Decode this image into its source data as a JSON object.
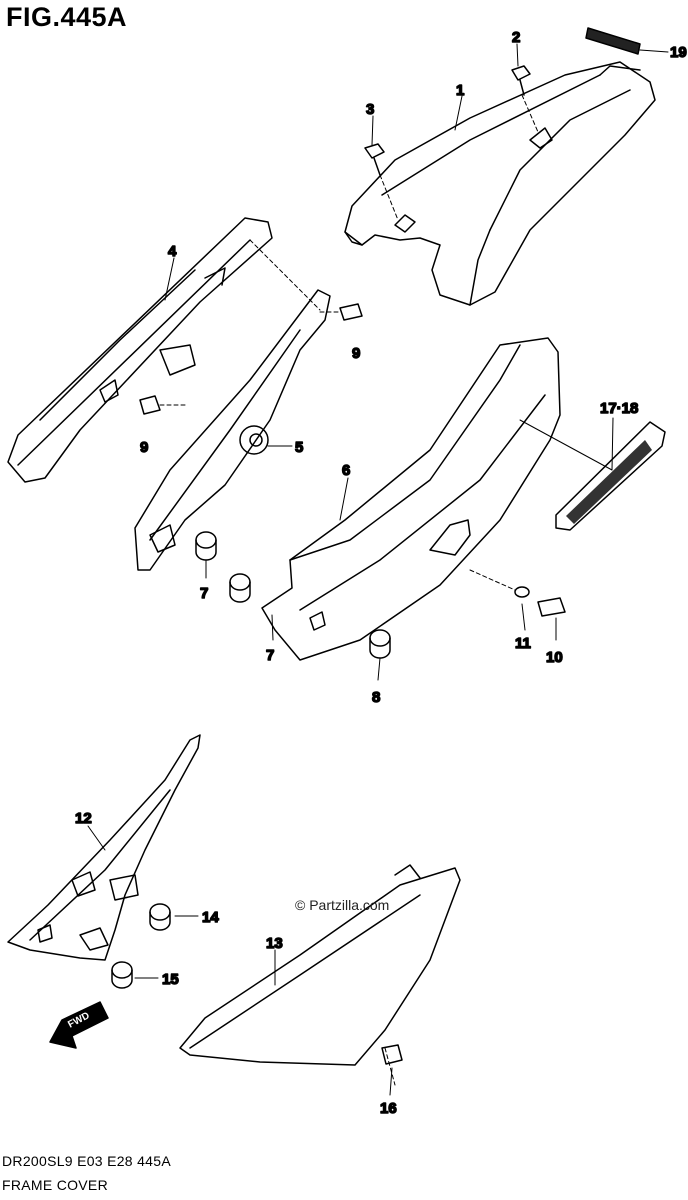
{
  "figure": {
    "title": "FIG.445A"
  },
  "footer": {
    "model_code": "DR200SL9  E03  E28  445A",
    "section_name": "FRAME COVER"
  },
  "watermark": "© Partzilla.com",
  "fwd_label": "FWD",
  "callouts": {
    "c1": "1",
    "c2": "2",
    "c3": "3",
    "c4": "4",
    "c5": "5",
    "c6": "6",
    "c7a": "7",
    "c7b": "7",
    "c8": "8",
    "c9a": "9",
    "c9b": "9",
    "c10": "10",
    "c11": "11",
    "c12": "12",
    "c13": "13",
    "c14": "14",
    "c15": "15",
    "c16": "16",
    "c17_18": "17·18",
    "c19": "19"
  }
}
